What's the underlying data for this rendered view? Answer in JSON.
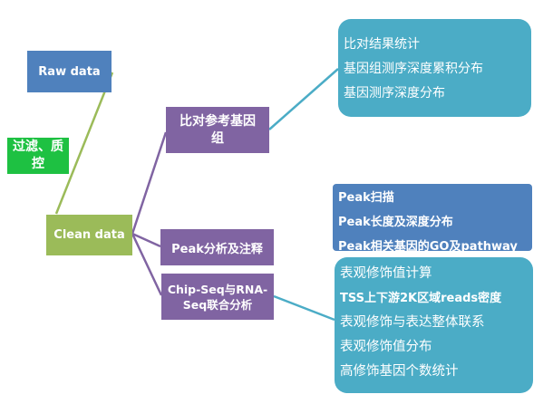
{
  "nodes": {
    "raw_data": "Raw data",
    "filter_qc_line1": "过滤、质",
    "filter_qc_line2": "控",
    "clean_data": "Clean data",
    "ref_align_line1": "比对参考基因",
    "ref_align_line2": "组",
    "peak_analysis": "Peak分析及注释",
    "chip_rna_line1": "Chip-Seq与RNA-",
    "chip_rna_line2": "Seq联合分析"
  },
  "lists": {
    "alignment_results": [
      "比对结果统计",
      "基因组测序深度累积分布",
      "基因测序深度分布"
    ],
    "peak_results": [
      "Peak扫描",
      "Peak长度及深度分布",
      "Peak相关基因的GO及pathway"
    ],
    "integration_results": [
      "表观修饰值计算",
      "TSS上下游2K区域reads密度",
      "表观修饰与表达整体联系",
      "表观修饰值分布",
      "高修饰基因个数统计"
    ]
  },
  "colors": {
    "blue": "#4f81bd",
    "green_box": "#9bbb59",
    "bright_green": "#1ec142",
    "purple": "#8064a2",
    "teal": "#4bacc6"
  }
}
